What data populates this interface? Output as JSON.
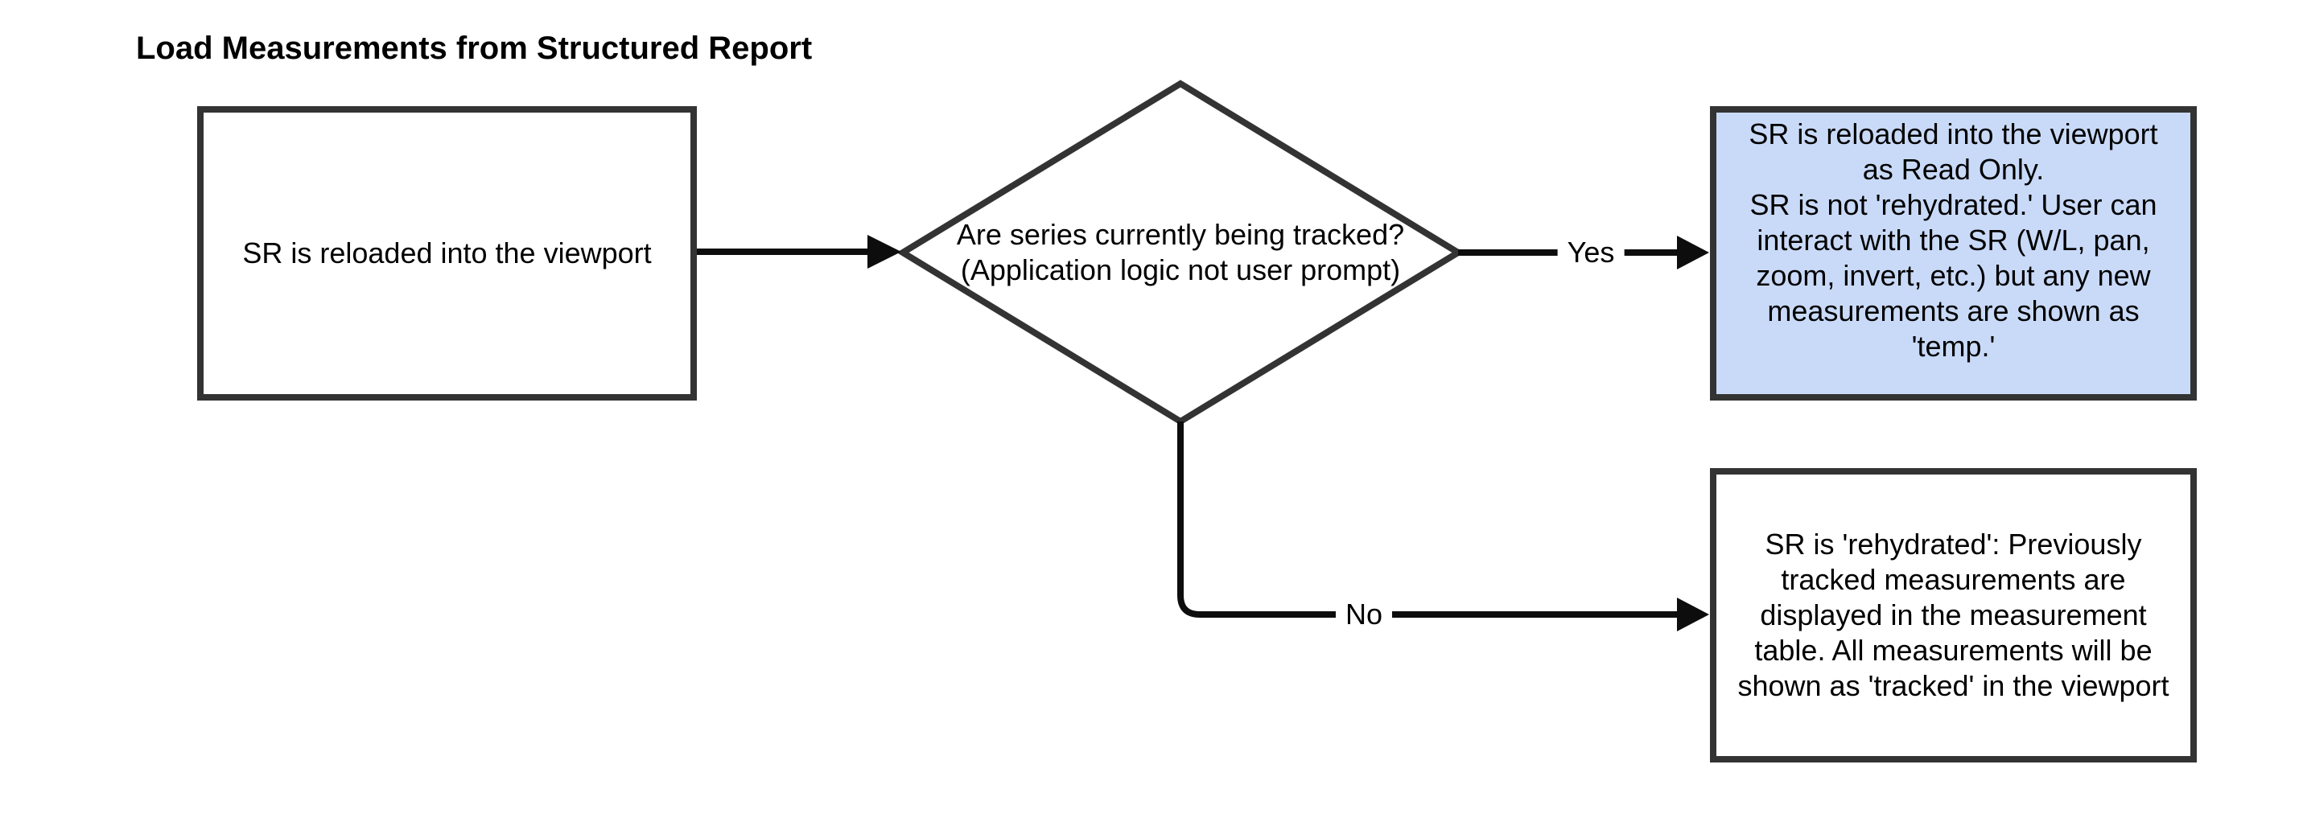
{
  "diagram": {
    "title": "Load Measurements from Structured Report",
    "nodes": {
      "start": {
        "text": "SR is reloaded into the viewport"
      },
      "decision": {
        "text": "Are series currently being tracked?\n(Application logic not user prompt)"
      },
      "read_only_outcome": {
        "text": "SR is reloaded into the viewport\nas Read Only.\nSR is not 'rehydrated.' User can\ninteract with the SR (W/L, pan,\nzoom, invert, etc.) but any new\nmeasurements are shown as\n'temp.'"
      },
      "rehydrated_outcome": {
        "text": "SR is 'rehydrated': Previously\ntracked measurements are\ndisplayed in the measurement\ntable. All measurements will be\nshown as 'tracked' in the viewport"
      }
    },
    "edges": {
      "yes_label": "Yes",
      "no_label": "No"
    },
    "colors": {
      "background": "#ffffff",
      "node_border": "#333333",
      "default_node_fill": "#ffffff",
      "highlight_node_fill": "#c9daf8",
      "edge_stroke": "#0d0d0d",
      "text": "#000000"
    }
  }
}
